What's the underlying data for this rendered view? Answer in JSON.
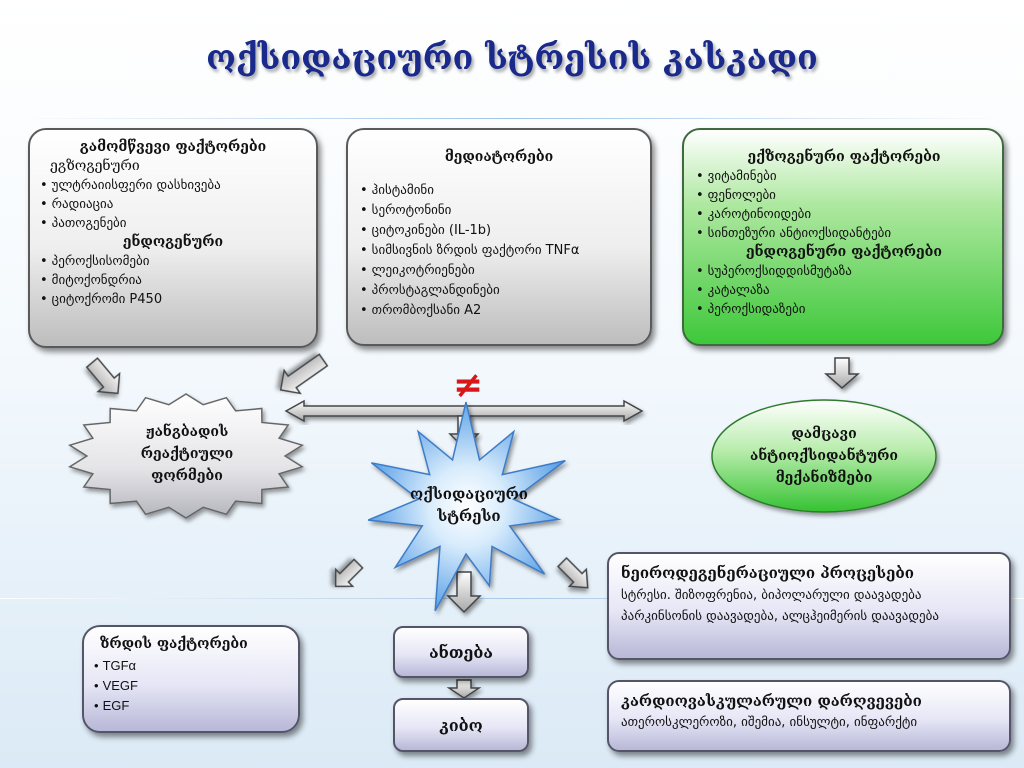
{
  "title": "ოქსიდაციური  სტრესის კასკადი",
  "box_left": {
    "header": "გამომწვევი ფაქტორები",
    "sub1": "ეგზოგენური",
    "items1": [
      "ულტრაიისფერი დასხივება",
      "რადიაცია",
      "პათოგენები"
    ],
    "sub2": "ენდოგენური",
    "items2": [
      "პეროქსისომები",
      "მიტოქონდრია",
      "ციტოქრომი P450"
    ]
  },
  "box_mid": {
    "header": "მედიატორები",
    "items": [
      "ჰისტამინი",
      "სეროტონინი",
      "ციტოკინები (IL-1b)",
      "სიმსივნის ზრდის ფაქტორი TNFα",
      "ლეიკოტრიენები",
      "პროსტაგლანდინები",
      "თრომბოქსანი A2"
    ]
  },
  "box_right": {
    "header1": "ექზოგენური ფაქტორები",
    "items1": [
      "ვიტამინები",
      "ფენოლები",
      "კაროტინოიდები",
      "სინთეზური ანტიოქსიდანტები"
    ],
    "header2": "ენდოგენური ფაქტორები",
    "items2": [
      "სუპეროქსიდდისმუტაზა",
      "კატალაზა",
      "პეროქსიდაზები"
    ]
  },
  "reactive_forms": [
    "ჟანგბადის",
    "რეაქტიული",
    "ფორმები"
  ],
  "oxidative_stress": [
    "ოქსიდაციური",
    "სტრესი"
  ],
  "defense": [
    "დამცავი",
    "ანტიოქსიდანტური",
    "მექანიზმები"
  ],
  "not_equal": "≠",
  "growth": {
    "header": "ზრდის ფაქტორები",
    "items": [
      "TGFα",
      "VEGF",
      "EGF"
    ]
  },
  "inflammation": "ანთება",
  "cancer": "კიბო",
  "neuro": {
    "header": "ნეიროდეგენერაციული პროცესები",
    "body": "სტრესი. შიზოფრენია, ბიპოლარული დაავადება პარკინსონის დაავადება, ალცჰეიმერის დაავადება"
  },
  "cardio": {
    "header": "კარდიოვასკულარული დარღვევები",
    "body": "ათეროსკლეროზი, იშემია, ინსულტი, ინფარქტი"
  },
  "colors": {
    "title": "#1a2a8c",
    "star": "#5aa0e8",
    "green": "#3ec83a",
    "not_equal": "#d81818"
  }
}
